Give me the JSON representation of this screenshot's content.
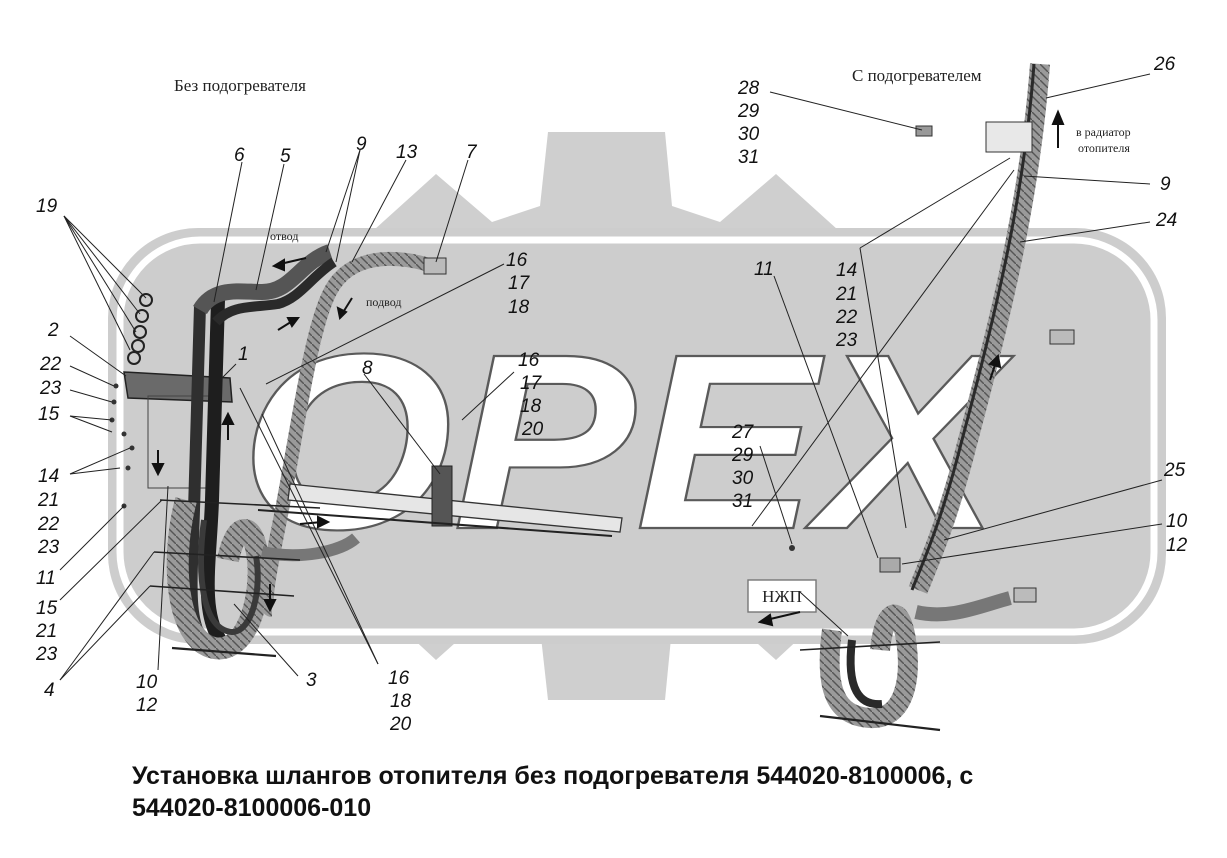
{
  "watermark": {
    "text": "OPEX"
  },
  "panel_titles": {
    "without_heater": "Без подогревателя",
    "with_heater": "С подогревателем"
  },
  "flow_labels": {
    "outlet": "отвод",
    "inlet": "подвод",
    "to_radiator_line1": "в радиатор",
    "to_radiator_line2": "отопителя",
    "njp": "НЖП"
  },
  "callouts": {
    "c19": "19",
    "c2": "2",
    "c22a": "22",
    "c23a": "23",
    "c15a": "15",
    "c14a": "14",
    "c21a": "21",
    "c22b": "22",
    "c23b": "23",
    "c11a": "11",
    "c15b": "15",
    "c21b": "21",
    "c23c": "23",
    "c4": "4",
    "c10a": "10",
    "c12a": "12",
    "c6": "6",
    "c5": "5",
    "c9a": "9",
    "c13": "13",
    "c7": "7",
    "c1": "1",
    "c16a": "16",
    "c17a": "17",
    "c18a": "18",
    "c8": "8",
    "c16b": "16",
    "c17b": "17",
    "c18b": "18",
    "c20a": "20",
    "c3": "3",
    "c16c": "16",
    "c18c": "18",
    "c20b": "20",
    "c28": "28",
    "c29a": "29",
    "c30a": "30",
    "c31a": "31",
    "c26": "26",
    "c9b": "9",
    "c24": "24",
    "c11b": "11",
    "c14b": "14",
    "c21c": "21",
    "c22c": "22",
    "c23d": "23",
    "c27": "27",
    "c29b": "29",
    "c30b": "30",
    "c31b": "31",
    "c25": "25",
    "c10b": "10",
    "c12b": "12"
  },
  "caption": {
    "line1": "Установка шлангов отопителя без подогревателя 544020-8100006, с",
    "line2": "544020-8100006-010"
  },
  "colors": {
    "watermark_gray": "#cdcdcd",
    "hose_dark": "#2a2a2a",
    "hose_mid": "#8a8a8a",
    "ink": "#111111"
  }
}
